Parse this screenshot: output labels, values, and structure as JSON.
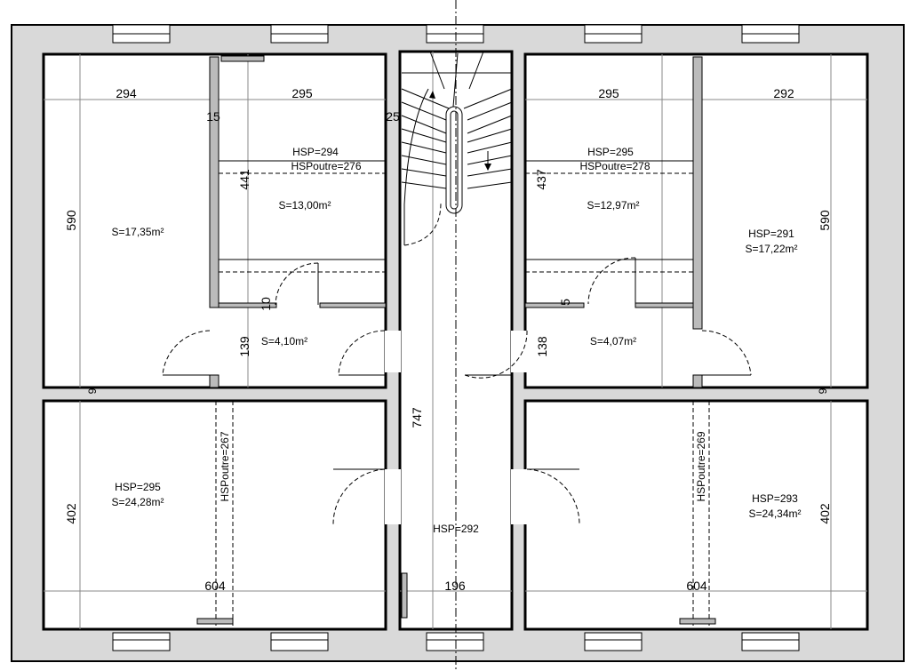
{
  "rooms": {
    "top_left_bedroom": {
      "width": "294",
      "height": "590",
      "area": "S=17,35m²"
    },
    "top_left_bath": {
      "width": "295",
      "depth": "441",
      "hsp": "HSP=294",
      "hsp_poutre": "HSPoutre=276",
      "area": "S=13,00m²",
      "wall_thickness_top": "15",
      "wall_thickness_bottom": "10"
    },
    "top_left_entry": {
      "depth": "139",
      "area": "S=4,10m²"
    },
    "stair": {
      "wall_thickness": "25"
    },
    "top_right_bath": {
      "width": "295",
      "depth": "437",
      "hsp": "HSP=295",
      "hsp_poutre": "HSPoutre=278",
      "area": "S=12,97m²",
      "wall_thickness_bottom": "5"
    },
    "top_right_entry": {
      "depth": "138",
      "area": "S=4,07m²"
    },
    "top_right_bedroom": {
      "width": "292",
      "height": "590",
      "hsp": "HSP=291",
      "area": "S=17,22m²"
    },
    "bottom_left_room": {
      "width": "604",
      "height": "402",
      "hsp": "HSP=295",
      "hsp_poutre": "HSPoutre=267",
      "area": "S=24,28m²"
    },
    "corridor": {
      "width": "196",
      "length": "747",
      "hsp": "HSP=292"
    },
    "bottom_right_room": {
      "width": "604",
      "height": "402",
      "hsp": "HSP=293",
      "hsp_poutre": "HSPoutre=269",
      "area": "S=24,34m²"
    }
  },
  "margin_marks": {
    "left": "9",
    "right": "9"
  }
}
